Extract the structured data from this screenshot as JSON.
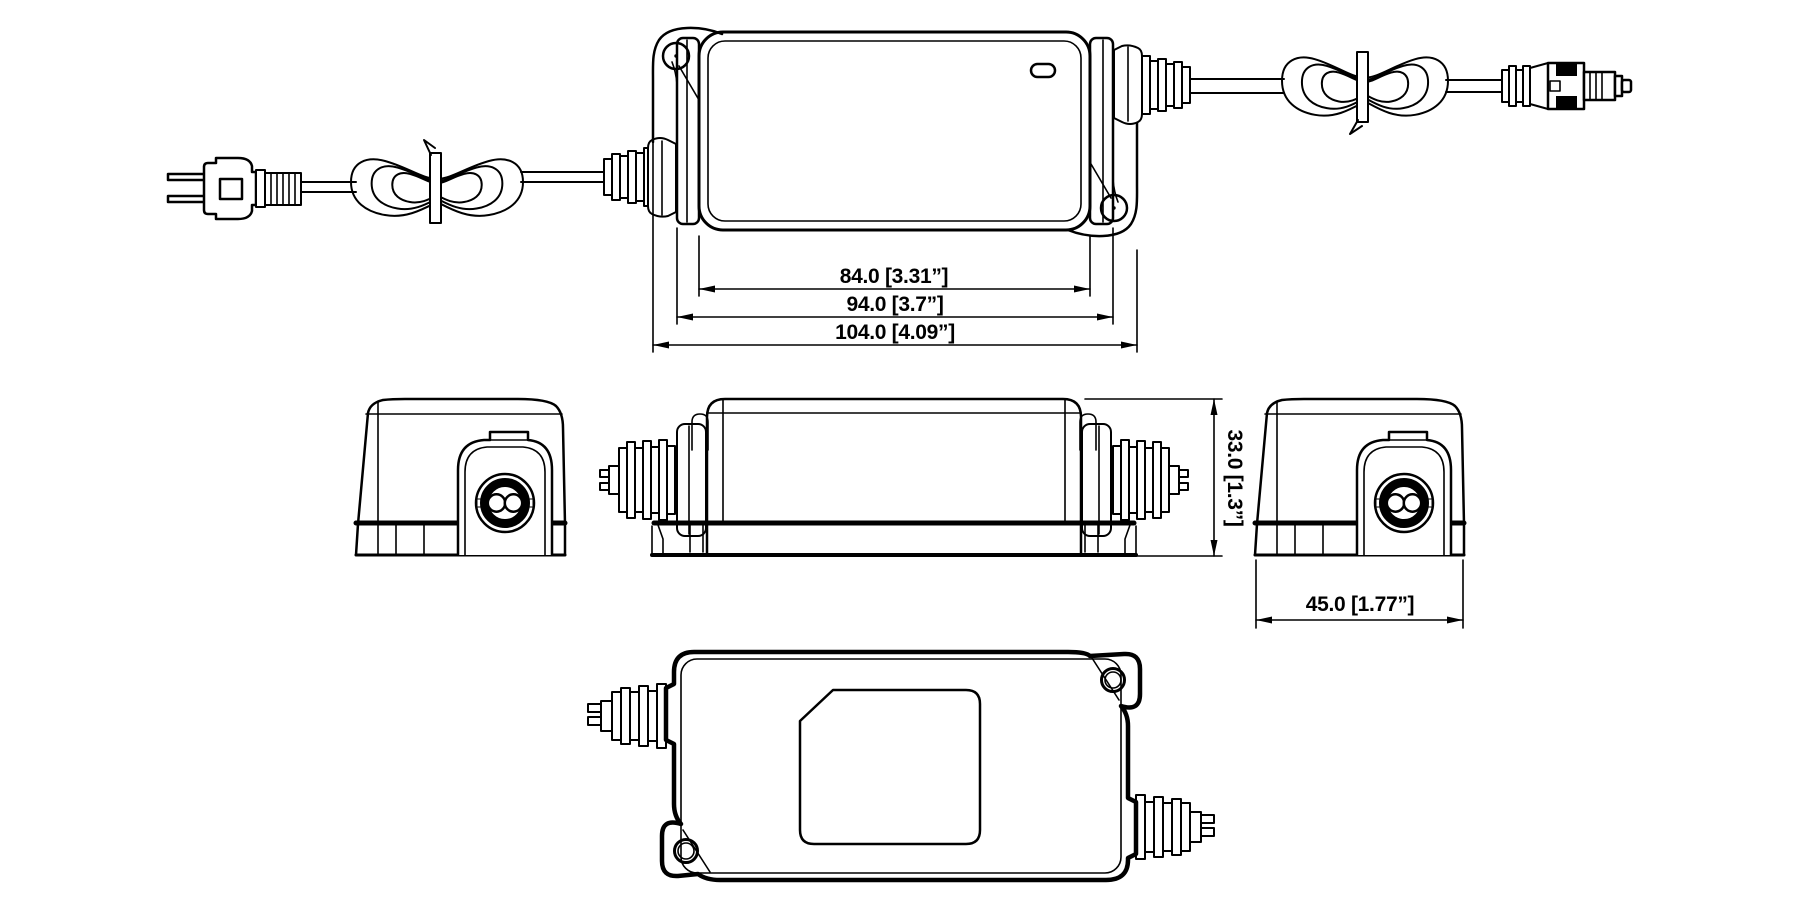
{
  "drawing": {
    "background": "#ffffff",
    "line_color": "#000000",
    "dimensions": {
      "body_length": "84.0 [3.31”]",
      "case_length": "94.0 [3.7”]",
      "overall_length": "104.0 [4.09”]",
      "height": "33.0 [1.3”]",
      "width": "45.0 [1.77”]"
    }
  }
}
